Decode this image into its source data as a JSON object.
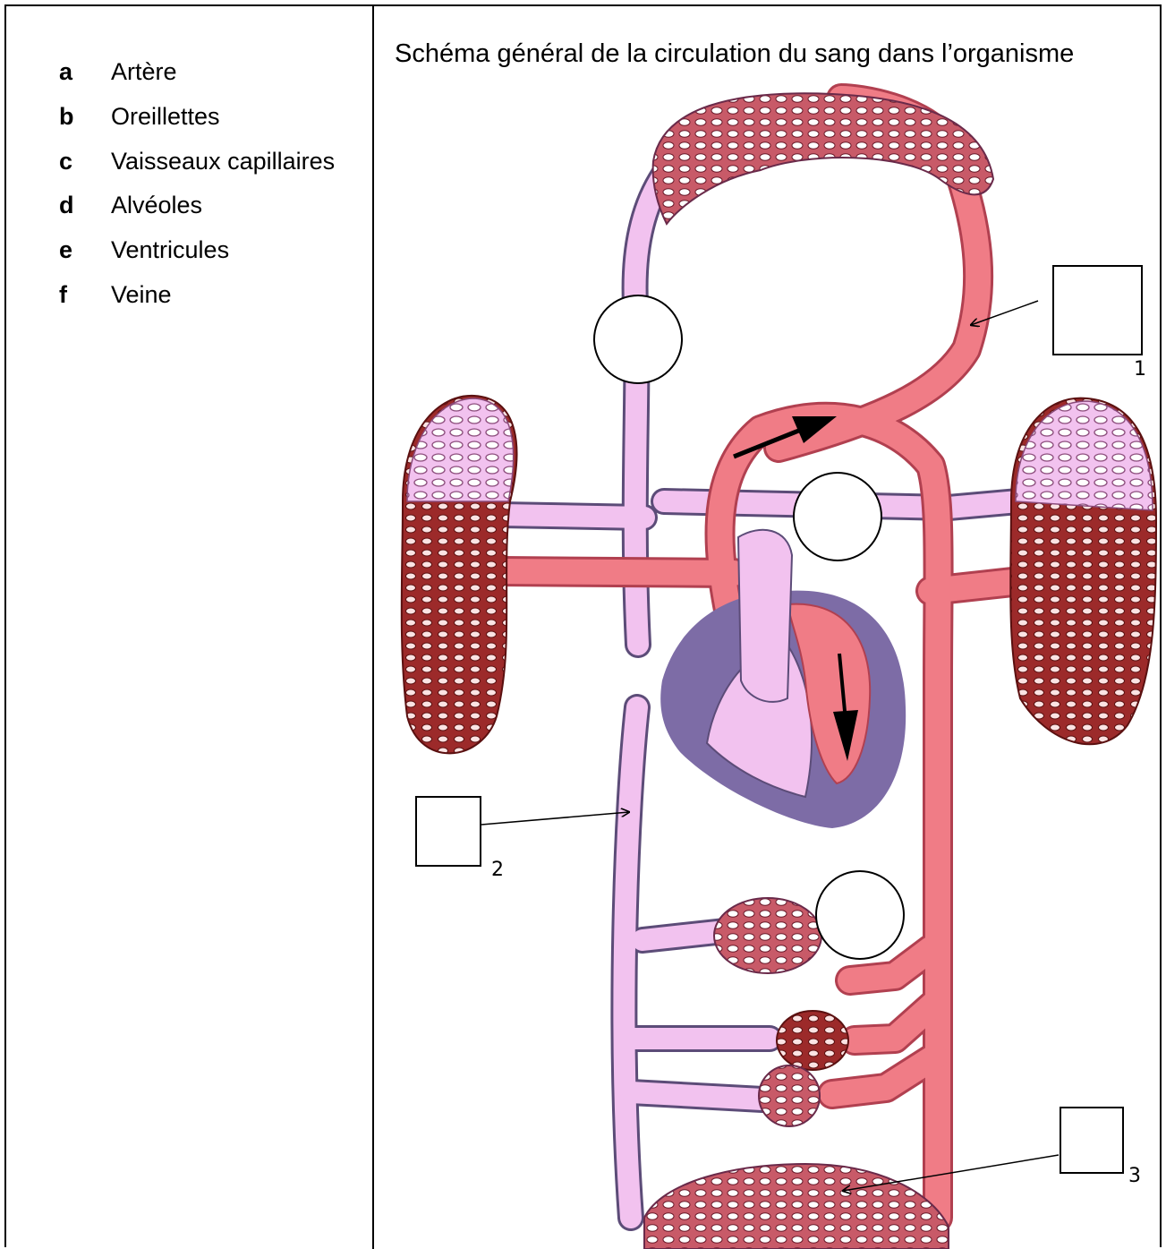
{
  "legend": {
    "items": [
      {
        "letter": "a",
        "label": "Artère"
      },
      {
        "letter": "b",
        "label": "Oreillettes"
      },
      {
        "letter": "c",
        "label": "Vaisseaux capillaires"
      },
      {
        "letter": "d",
        "label": "Alvéoles"
      },
      {
        "letter": "e",
        "label": "Ventricules"
      },
      {
        "letter": "f",
        "label": "Veine"
      }
    ]
  },
  "diagram": {
    "title": "Schéma général de la circulation du sang dans l’organisme",
    "box_labels": [
      "1",
      "2",
      "3"
    ],
    "colors": {
      "oxygenated": "#f07c86",
      "deoxygenated": "#f2c2ef",
      "heart_wall": "#7d6ca6",
      "capillary_dark": "#8a1f1f"
    }
  }
}
